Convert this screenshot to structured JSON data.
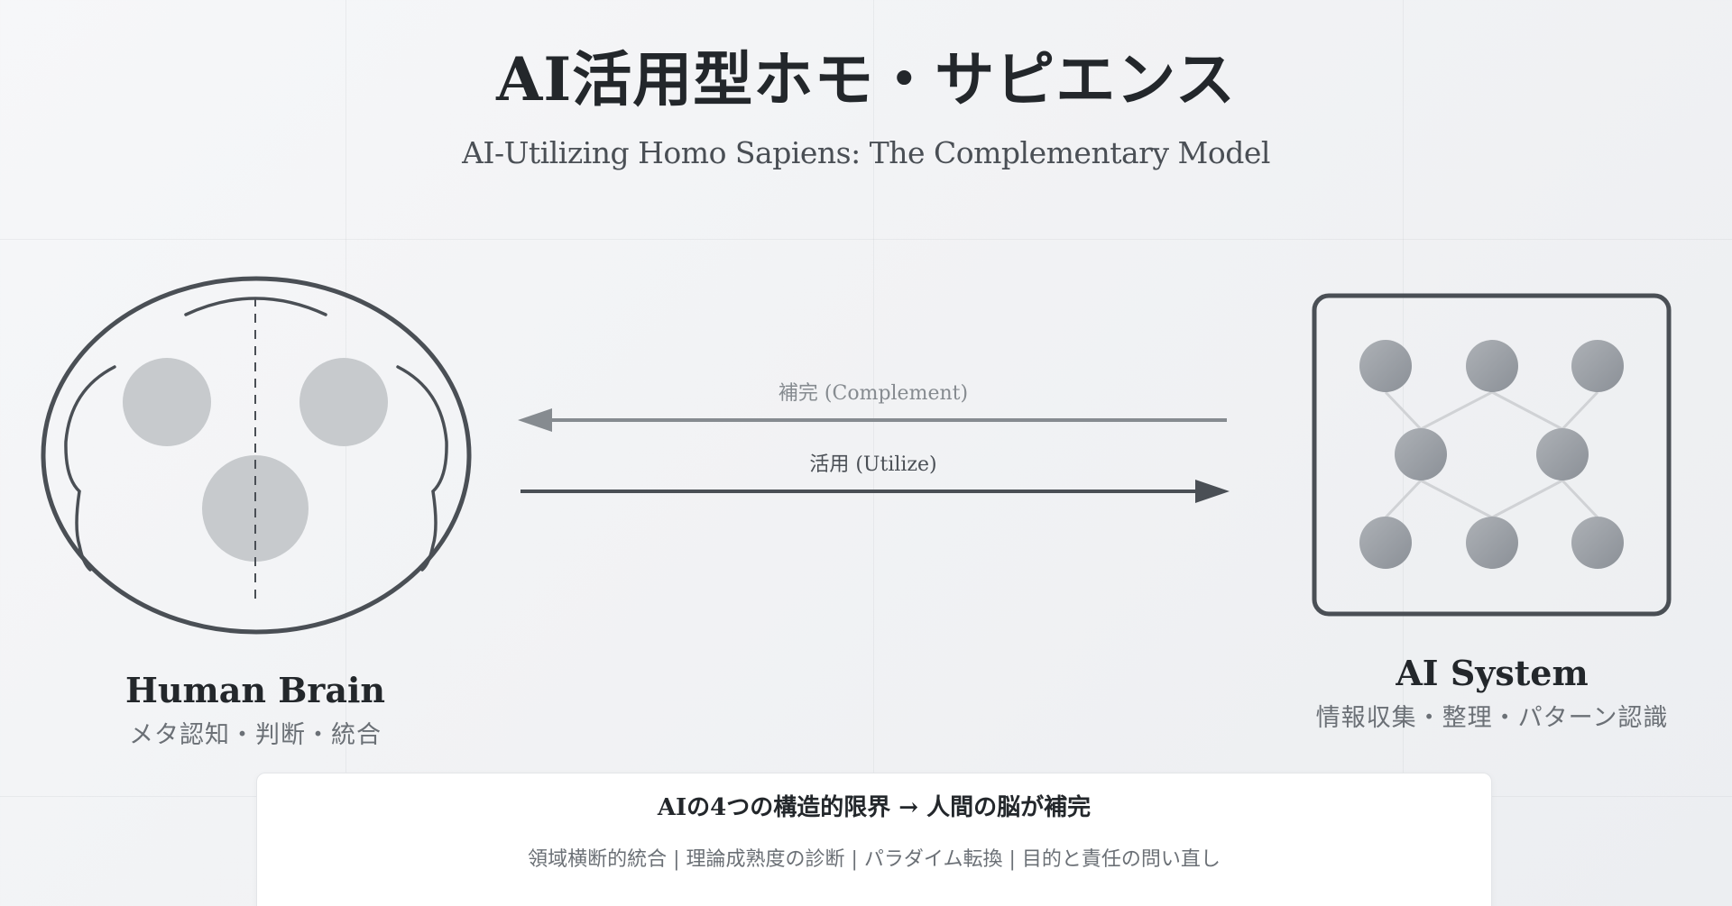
{
  "header": {
    "title": "AI活用型ホモ・サピエンス",
    "subtitle": "AI-Utilizing Homo Sapiens: The Complementary Model"
  },
  "arrows": {
    "complement": {
      "label": "補完 (Complement)",
      "direction": "right-to-left",
      "color": "#868b90"
    },
    "utilize": {
      "label": "活用 (Utilize)",
      "direction": "left-to-right",
      "color": "#4a4f55"
    }
  },
  "human": {
    "title": "Human Brain",
    "description": "メタ認知・判断・統合",
    "icon": "brain-icon"
  },
  "ai": {
    "title": "AI System",
    "description": "情報収集・整理・パターン認識",
    "icon": "neural-network-icon"
  },
  "limits": {
    "title": "AIの4つの構造的限界 → 人間の脳が補完",
    "items": "領域横断的統合 | 理論成熟度の診断 | パラダイム転換 | 目的と責任の問い直し"
  },
  "colors": {
    "stroke": "#4a4f55",
    "brain_region_fill": "#c7cacd",
    "node_fill_light": "#a9adb2",
    "node_fill_dark": "#8e939a",
    "edge": "#d0d2d5",
    "title": "#23272b",
    "muted_text": "#6b7076",
    "background": "#f3f4f6"
  }
}
